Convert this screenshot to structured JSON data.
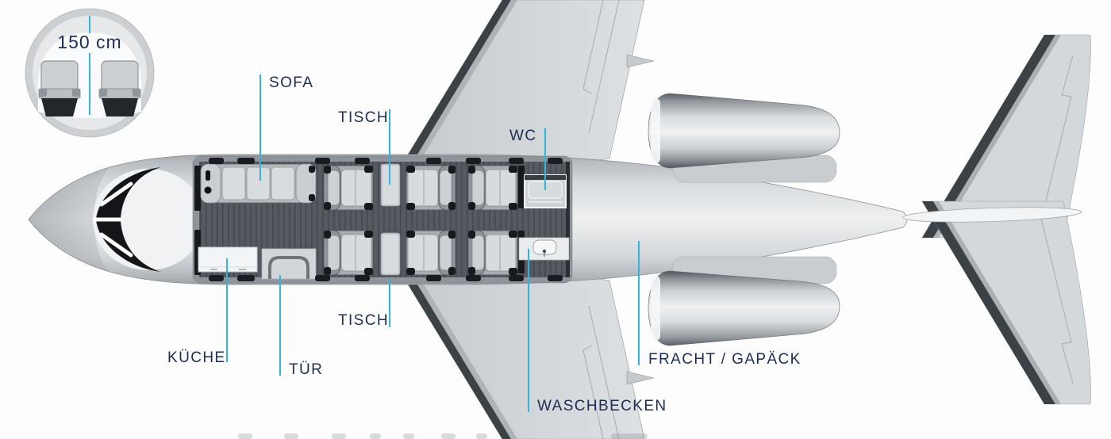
{
  "diagram": {
    "type": "aircraft-cabin-floorplan",
    "description": "Top view floor plan of a light business jet with labeled cabin features and a cabin cross-section inset",
    "accent_color": "#33b4dd",
    "label_color": "#1d2d56"
  },
  "inset": {
    "dimension": "150 cm"
  },
  "labels": {
    "sofa": "SOFA",
    "tisch_top": "TISCH",
    "wc": "WC",
    "kueche": "KÜCHE",
    "tuer": "TÜR",
    "tisch_bottom": "TISCH",
    "waschbecken": "WASCHBECKEN",
    "fracht": "FRACHT / GAPÄCK"
  }
}
